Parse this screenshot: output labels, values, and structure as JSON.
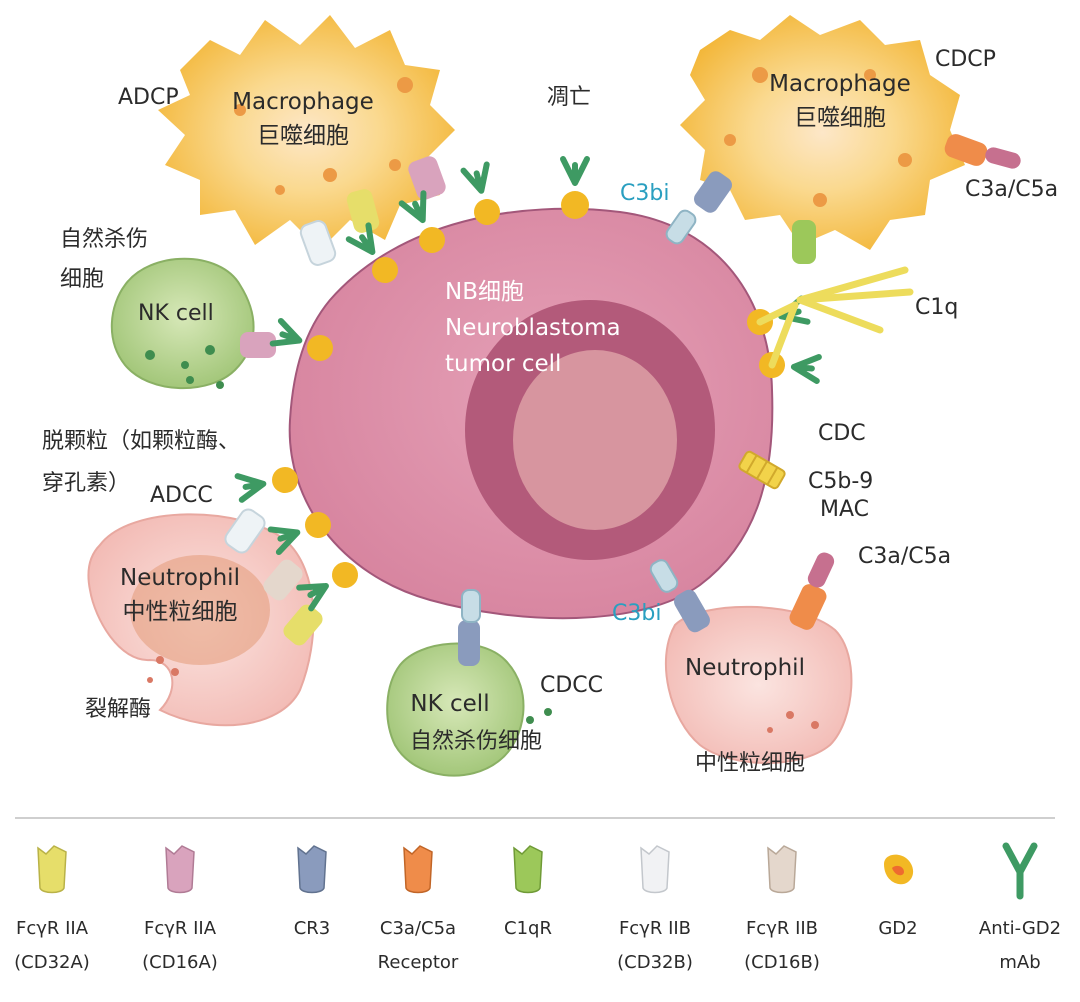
{
  "labels": {
    "adcp": "ADCP",
    "macrophage_left_en": "Macrophage",
    "macrophage_left_cn": "巨噬细胞",
    "apoptosis": "凋亡",
    "cdcp": "CDCP",
    "macrophage_right_en": "Macrophage",
    "macrophage_right_cn": "巨噬细胞",
    "c3a_c5a_top": "C3a/C5a",
    "c3bi_top": "C3bi",
    "nk_top_cn_1": "自然杀伤",
    "nk_top_cn_2": "细胞",
    "nk_top_en": "NK cell",
    "nb_cn": "NB细胞",
    "nb_en_1": "Neuroblastoma",
    "nb_en_2": "tumor cell",
    "c1q": "C1q",
    "degranulation_1": "脱颗粒（如颗粒酶、",
    "degranulation_2": "穿孔素）",
    "adcc": "ADCC",
    "cdc": "CDC",
    "c5b9": "C5b-9",
    "mac": "MAC",
    "c3a_c5a_right": "C3a/C5a",
    "neutrophil_left_en": "Neutrophil",
    "neutrophil_left_cn": "中性粒细胞",
    "c3bi_bottom": "C3bi",
    "lytic_enzyme": "裂解酶",
    "nk_bottom_en": "NK cell",
    "nk_bottom_cn": "自然杀伤细胞",
    "cdcc": "CDCC",
    "neutrophil_right_en": "Neutrophil",
    "neutrophil_right_cn": "中性粒细胞"
  },
  "legend": [
    {
      "line1": "FcγR IIA",
      "line2": "(CD32A)",
      "icon": "receptor-fcgr-iia-cd32a",
      "color": "#e6de6a"
    },
    {
      "line1": "FcγR IIA",
      "line2": "(CD16A)",
      "icon": "receptor-fcgr-iia-cd16a",
      "color": "#d9a3bd"
    },
    {
      "line1": "CR3",
      "line2": "",
      "icon": "receptor-cr3",
      "color": "#8a9bbd"
    },
    {
      "line1": "C3a/C5a",
      "line2": "Receptor",
      "icon": "receptor-c3a-c5a",
      "color": "#ef8c4a"
    },
    {
      "line1": "C1qR",
      "line2": "",
      "icon": "receptor-c1qr",
      "color": "#9cc85a"
    },
    {
      "line1": "FcγR IIB",
      "line2": "(CD32B)",
      "icon": "receptor-fcgr-iib-cd32b",
      "color": "#f1f2f4"
    },
    {
      "line1": "FcγR IIB",
      "line2": "(CD16B)",
      "icon": "receptor-fcgr-iib-cd16b",
      "color": "#e4d7cc"
    },
    {
      "line1": "GD2",
      "line2": "",
      "icon": "gd2-antigen",
      "color": "#f2b824"
    },
    {
      "line1": "Anti-GD2",
      "line2": "mAb",
      "icon": "anti-gd2-antibody",
      "color": "#3e9a63"
    }
  ],
  "colors": {
    "tumor": "#dc8fa8",
    "tumor_nucleus": "#b35a7a",
    "nucleolus": "#d7959f",
    "macrophage": "#f5c24e",
    "nk_cell": "#a9cc82",
    "neutrophil": "#f7cfcb",
    "antibody": "#3e9a63",
    "gd2": "#f2b824",
    "c3bi_text": "#2a9fc0"
  }
}
